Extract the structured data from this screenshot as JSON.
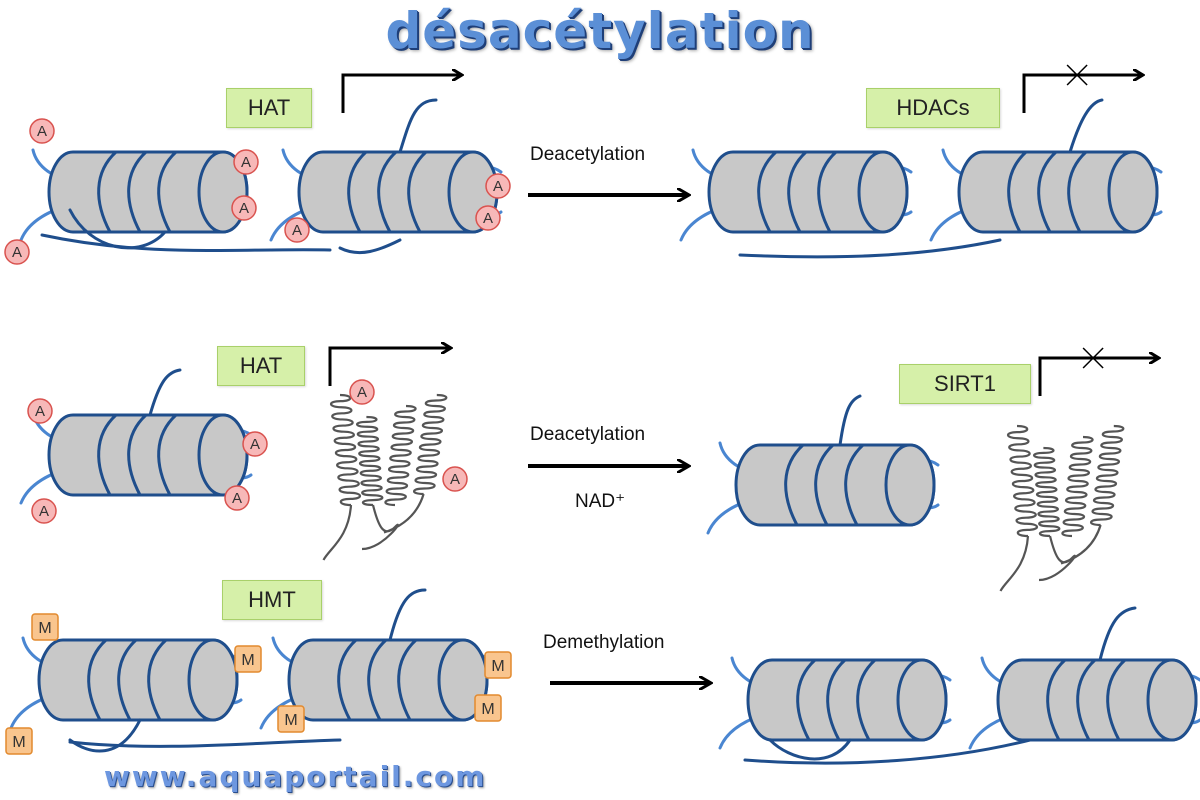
{
  "title": "désacétylation",
  "watermark": "www.aquaportail.com",
  "colors": {
    "cylinder_fill": "#c8c8c8",
    "cylinder_stroke": "#1f4e8c",
    "tail": "#4a86d1",
    "acetyl_fill": "#f7b8b8",
    "acetyl_stroke": "#d9534f",
    "methyl_fill": "#f9c58e",
    "methyl_stroke": "#e28a2e",
    "enzyme_fill": "#d6f0a9",
    "title": "#5b8fd6"
  },
  "rows": [
    {
      "enzyme_left": "HAT",
      "enzyme_right": "HDACs",
      "arrow_label": "Deacetylation",
      "arrow_sublabel": "",
      "mark_symbol": "A"
    },
    {
      "enzyme_left": "HAT",
      "enzyme_right": "SIRT1",
      "arrow_label": "Deacetylation",
      "arrow_sublabel": "NAD⁺",
      "mark_symbol": "A"
    },
    {
      "enzyme_left": "HMT",
      "enzyme_right": "",
      "arrow_label": "Demethylation",
      "arrow_sublabel": "",
      "mark_symbol": "M"
    }
  ]
}
